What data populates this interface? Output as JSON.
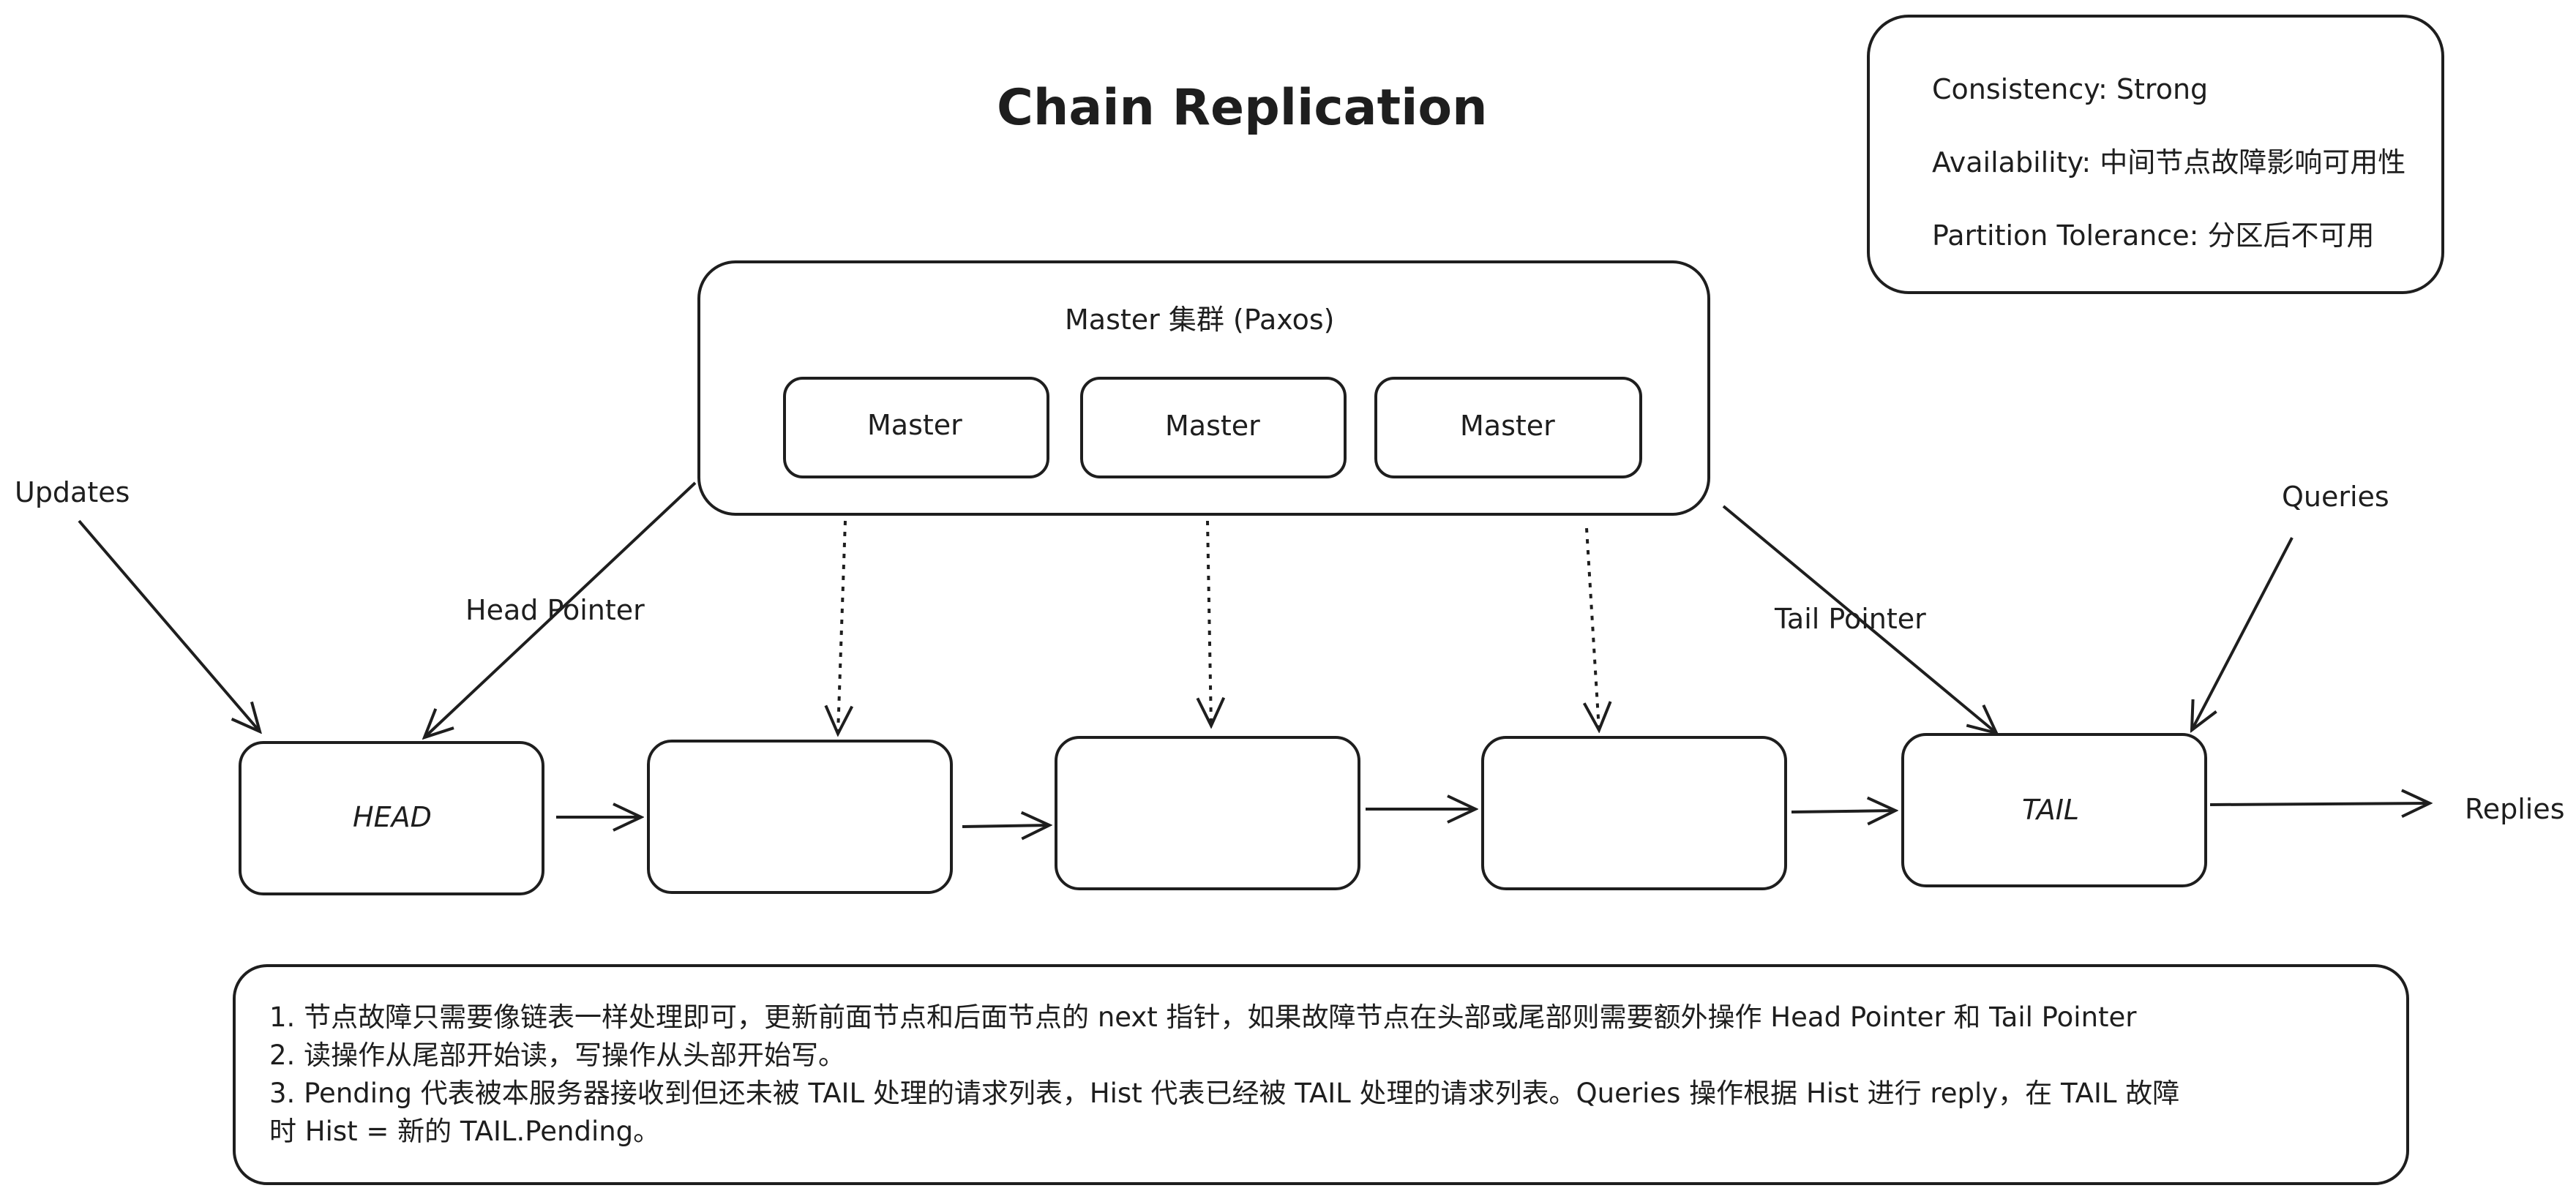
{
  "title": "Chain Replication",
  "info": {
    "consistency": "Consistency: Strong",
    "availability": "Availability: 中间节点故障影响可用性",
    "partition": "Partition Tolerance: 分区后不可用"
  },
  "master_cluster": {
    "label": "Master 集群 (Paxos)",
    "masters": [
      "Master",
      "Master",
      "Master"
    ]
  },
  "chain": {
    "head": "HEAD",
    "tail": "TAIL"
  },
  "labels": {
    "updates": "Updates",
    "head_pointer": "Head Pointer",
    "tail_pointer": "Tail Pointer",
    "queries": "Queries",
    "replies": "Replies"
  },
  "notes": [
    "1. 节点故障只需要像链表一样处理即可，更新前面节点和后面节点的 next 指针，如果故障节点在头部或尾部则需要额外操作 Head Pointer 和 Tail Pointer",
    "2. 读操作从尾部开始读，写操作从头部开始写。",
    "3. Pending 代表被本服务器接收到但还未被 TAIL 处理的请求列表，Hist 代表已经被 TAIL 处理的请求列表。Queries 操作根据 Hist 进行 reply，在 TAIL 故障",
    "时 Hist = 新的 TAIL.Pending。"
  ]
}
